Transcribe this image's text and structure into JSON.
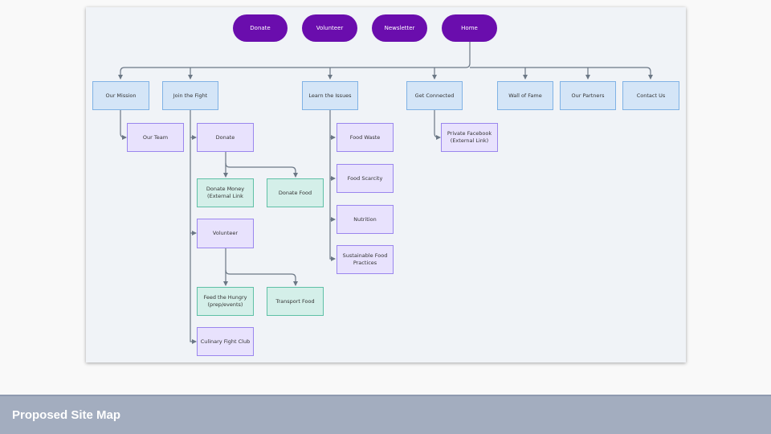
{
  "top_nav": {
    "donate": "Donate",
    "volunteer": "Volunteer",
    "newsletter": "Newsletter",
    "home": "Home"
  },
  "level1": {
    "our_mission": "Our Mission",
    "join_the_fight": "Join the Fight",
    "learn_the_issues": "Learn the Issues",
    "get_connected": "Get Connected",
    "wall_of_fame": "Wall of Fame",
    "our_partners": "Our Partners",
    "contact_us": "Contact Us"
  },
  "level2": {
    "our_team": "Our Team",
    "donate": "Donate",
    "volunteer": "Volunteer",
    "culinary_fight_club": "Culinary Fight Club",
    "food_waste": "Food Waste",
    "food_scarcity": "Food Scarcity",
    "nutrition": "Nutrition",
    "sustainable_food_practices": "Sustainable Food\nPractices",
    "private_facebook": "Private Facebook\n(External Link)"
  },
  "level3": {
    "donate_money": "Donate Money\n(External Link",
    "donate_food": "Donate Food",
    "feed_the_hungry": "Feed the Hungry\n(prep/events)",
    "transport_food": "Transport Food"
  },
  "colors": {
    "pill": "#6a0dad",
    "level1_fill": "#d4e5f7",
    "level2_fill": "#e8e2fd",
    "level3_fill": "#d4efe9",
    "connector": "#6b7785"
  },
  "footer": {
    "title": "Proposed Site Map"
  }
}
